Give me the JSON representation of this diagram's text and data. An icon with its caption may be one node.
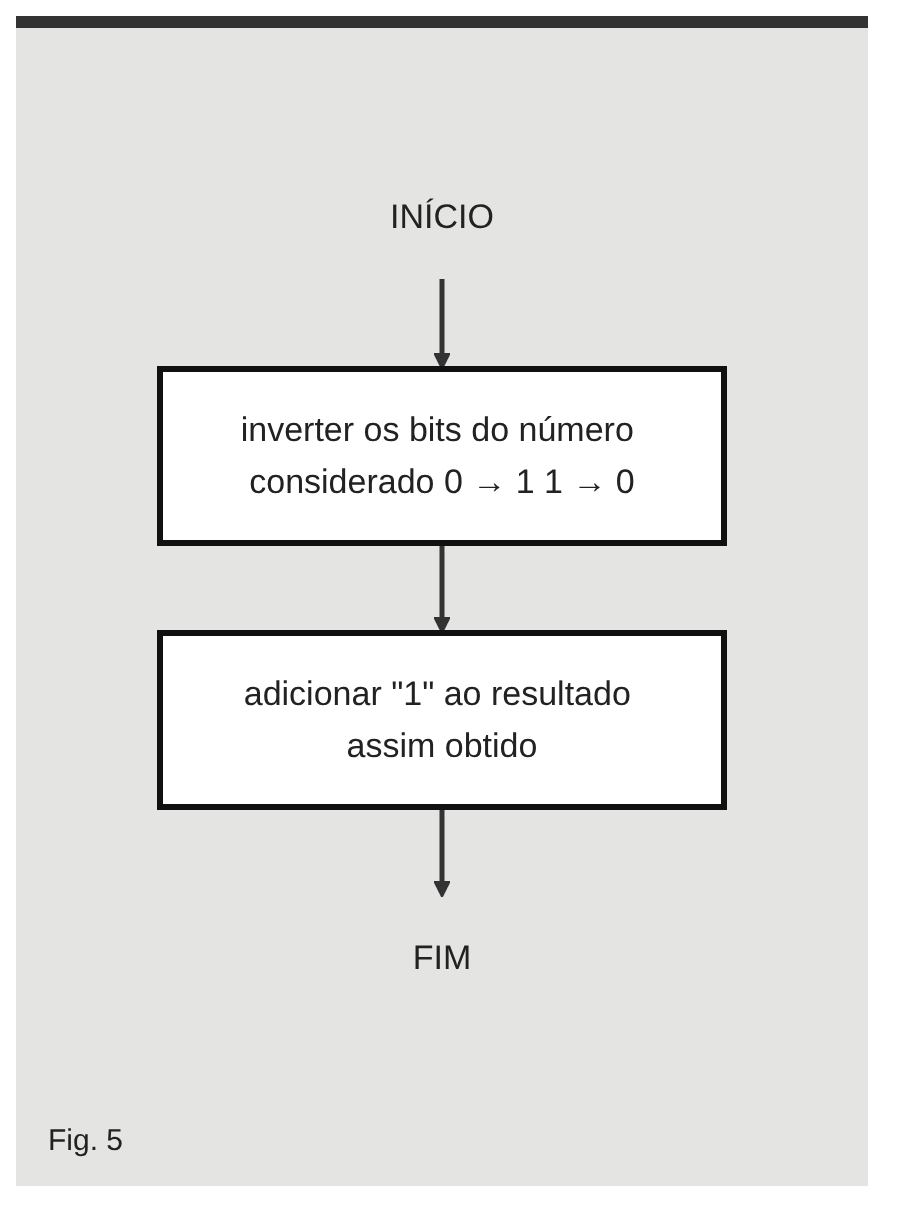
{
  "diagram": {
    "nodes": [
      {
        "text": [
          "INÍCIO"
        ]
      },
      {
        "text": [
          "inverter os bits do número considerado 0 → 1 1 → 0"
        ]
      },
      {
        "text": [
          "adicionar \"1\" ao resultado assim obtido"
        ]
      },
      {
        "text": [
          "FIM"
        ]
      }
    ],
    "edges": [
      {
        "from": 0,
        "to": 1,
        "arrow": "to"
      },
      {
        "from": 1,
        "to": 2,
        "arrow": "to"
      },
      {
        "from": 2,
        "to": 3,
        "arrow": "to"
      }
    ],
    "labels": [
      "Fig. 5"
    ]
  }
}
